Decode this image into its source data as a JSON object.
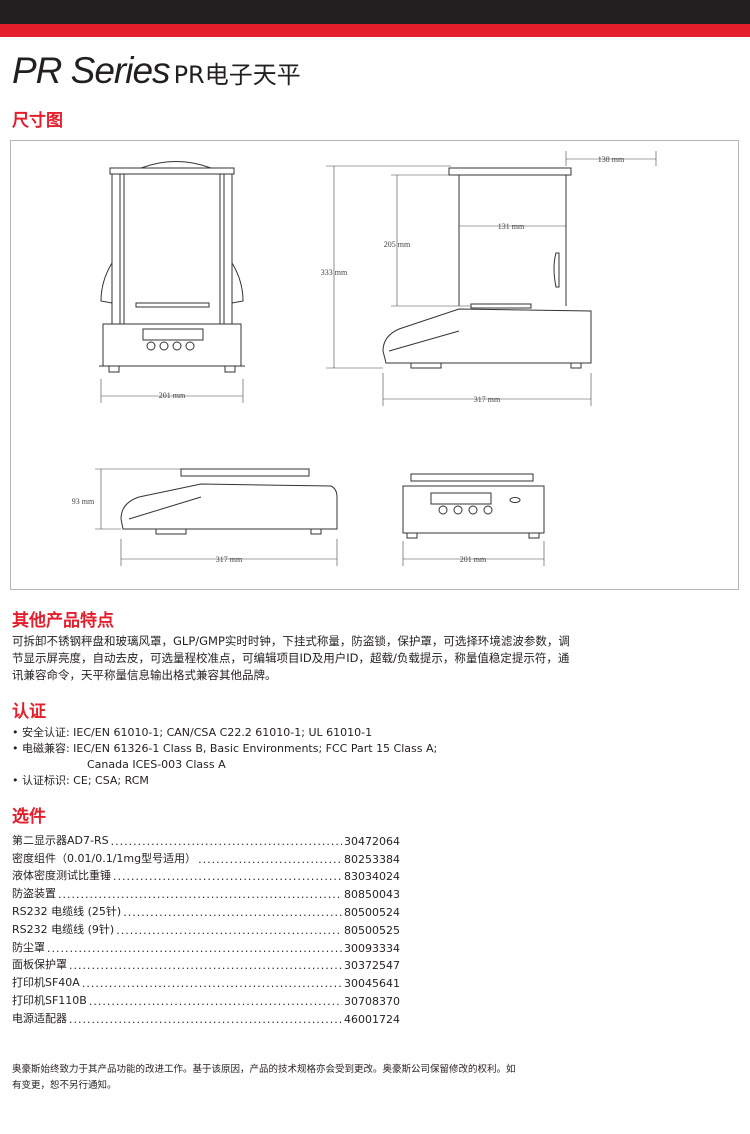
{
  "header": {
    "title_en": "PR Series",
    "title_cn": "PR电子天平"
  },
  "sections": {
    "dimensions": "尺寸图",
    "features": "其他产品特点",
    "certification": "认证",
    "options": "选件"
  },
  "dimension_labels": {
    "front_width": "201 mm",
    "side_total_height": "333 mm",
    "side_chamber_height": "205 mm",
    "side_top_width": "138 mm",
    "side_inner_width": "131 mm",
    "side_depth": "317 mm",
    "nodraft_height": "93 mm",
    "nodraft_depth": "317 mm",
    "nodraft_front_width": "201 mm"
  },
  "features_text": "可拆卸不锈钢秤盘和玻璃风罩，GLP/GMP实时时钟，下挂式称量，防盗锁，保护罩，可选择环境滤波参数，调节显示屏亮度，自动去皮，可选量程校准点，可编辑项目ID及用户ID，超载/负载提示，称量值稳定提示符，通讯兼容命令，天平称量信息输出格式兼容其他品牌。",
  "certification": {
    "safety": "• 安全认证: IEC/EN 61010-1; CAN/CSA C22.2 61010-1; UL 61010-1",
    "emc_line1": "• 电磁兼容: IEC/EN 61326-1 Class B, Basic Environments; FCC Part 15 Class A;",
    "emc_line2": "Canada ICES-003 Class A",
    "marks": "• 认证标识: CE; CSA; RCM"
  },
  "options": [
    {
      "label": "第二显示器AD7-RS",
      "number": "30472064"
    },
    {
      "label": "密度组件（0.01/0.1/1mg型号适用）",
      "number": "80253384"
    },
    {
      "label": "液体密度测试比重锤",
      "number": "83034024"
    },
    {
      "label": "防盗装置",
      "number": "80850043"
    },
    {
      "label": "RS232 电缆线 (25针)",
      "number": "80500524"
    },
    {
      "label": "RS232 电缆线 (9针)",
      "number": "80500525"
    },
    {
      "label": "防尘罩",
      "number": "30093334"
    },
    {
      "label": "面板保护罩",
      "number": "30372547"
    },
    {
      "label": "打印机SF40A",
      "number": "30045641"
    },
    {
      "label": "打印机SF110B",
      "number": "30708370"
    },
    {
      "label": "电源适配器",
      "number": "46001724"
    }
  ],
  "footer": "奥豪斯始终致力于其产品功能的改进工作。基于该原因，产品的技术规格亦会受到更改。奥豪斯公司保留修改的权利。如有变更，恕不另行通知。",
  "colors": {
    "accent_red": "#e41e2b",
    "dark_bar": "#231f20"
  }
}
